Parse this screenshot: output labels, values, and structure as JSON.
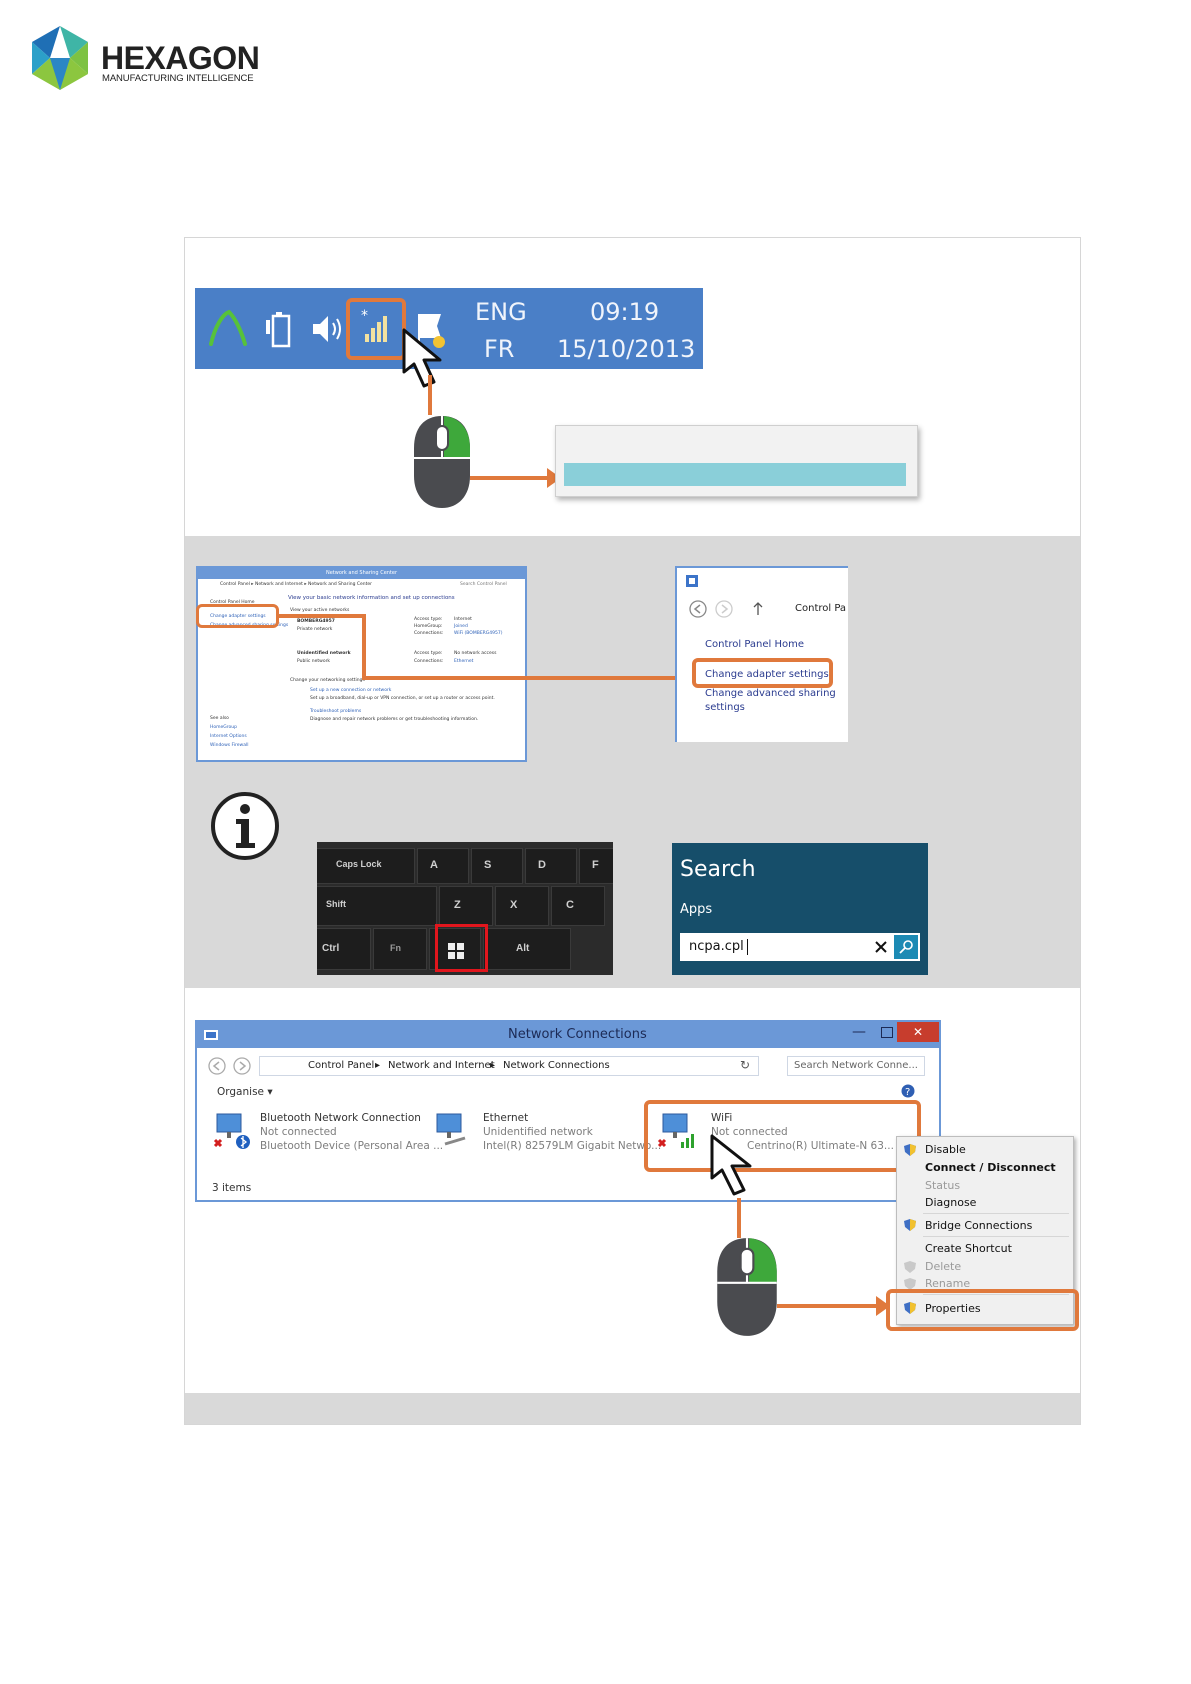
{
  "header": {
    "logo_word": "HEXAGON",
    "logo_subtitle": "MANUFACTURING INTELLIGENCE"
  },
  "taskbar": {
    "language_top": "ENG",
    "language_bottom": "FR",
    "time": "09:19",
    "date": "15/10/2013"
  },
  "network_sharing_center": {
    "window_title": "Network and Sharing Center",
    "breadcrumb": "Control Panel  ▸  Network and Internet  ▸  Network and Sharing Center",
    "search_placeholder": "Search Control Panel",
    "heading": "View your basic network information and set up connections",
    "active_networks": "View your active networks",
    "sidebar_links": [
      "Control Panel Home",
      "Change adapter settings",
      "Change advanced sharing settings"
    ],
    "see_also_title": "See also",
    "see_also_links": [
      "HomeGroup",
      "Internet Options",
      "Windows Firewall"
    ],
    "network1_name": "BOMBERG4957",
    "network1_type": "Private network",
    "network2_name": "Unidentified network",
    "network2_type": "Public network",
    "access_type_label": "Access type:",
    "homegroup_label": "HomeGroup:",
    "connections_label": "Connections:",
    "net1_access": "Internet",
    "net1_homegroup": "Joined",
    "net1_connection": "WiFi (BOMBERG4957)",
    "net2_access": "No network access",
    "net2_connection": "Ethernet",
    "change_settings_title": "Change your networking settings",
    "setup_link": "Set up a new connection or network",
    "setup_desc": "Set up a broadband, dial-up or VPN connection, or set up a router or access point.",
    "troubleshoot_link": "Troubleshoot problems",
    "troubleshoot_desc": "Diagnose and repair network problems or get troubleshooting information."
  },
  "control_panel_zoom": {
    "breadcrumb": "Control Pa",
    "home": "Control Panel Home",
    "change_adapter": "Change adapter settings",
    "change_sharing_line1": "Change advanced sharing",
    "change_sharing_line2": "settings"
  },
  "keyboard": {
    "keys": [
      "Caps Lock",
      "A",
      "S",
      "D",
      "F",
      "Shift",
      "Z",
      "X",
      "C",
      "Ctrl",
      "Fn",
      "Alt"
    ]
  },
  "search": {
    "title": "Search",
    "scope": "Apps",
    "query": "ncpa.cpl"
  },
  "network_connections": {
    "window_title": "Network Connections",
    "breadcrumb": [
      "Control Panel",
      "Network and Internet",
      "Network Connections"
    ],
    "search_placeholder": "Search Network Conne...",
    "organise": "Organise ▾",
    "items": [
      {
        "name": "Bluetooth Network Connection",
        "status": "Not connected",
        "device": "Bluetooth Device (Personal Area ..."
      },
      {
        "name": "Ethernet",
        "status": "Unidentified network",
        "device": "Intel(R) 82579LM Gigabit Netwo..."
      },
      {
        "name": "WiFi",
        "status": "Not connected",
        "device": "Centrino(R) Ultimate-N 63..."
      }
    ],
    "count": "3 items"
  },
  "context_menu": {
    "items": [
      "Disable",
      "Connect / Disconnect",
      "Status",
      "Diagnose",
      "Bridge Connections",
      "Create Shortcut",
      "Delete",
      "Rename",
      "Properties"
    ]
  },
  "colors": {
    "accent_orange": "#e0793c",
    "taskbar_blue": "#4a7fc7",
    "search_teal": "#164e6a",
    "highlight_cyan": "#8acfd9"
  }
}
